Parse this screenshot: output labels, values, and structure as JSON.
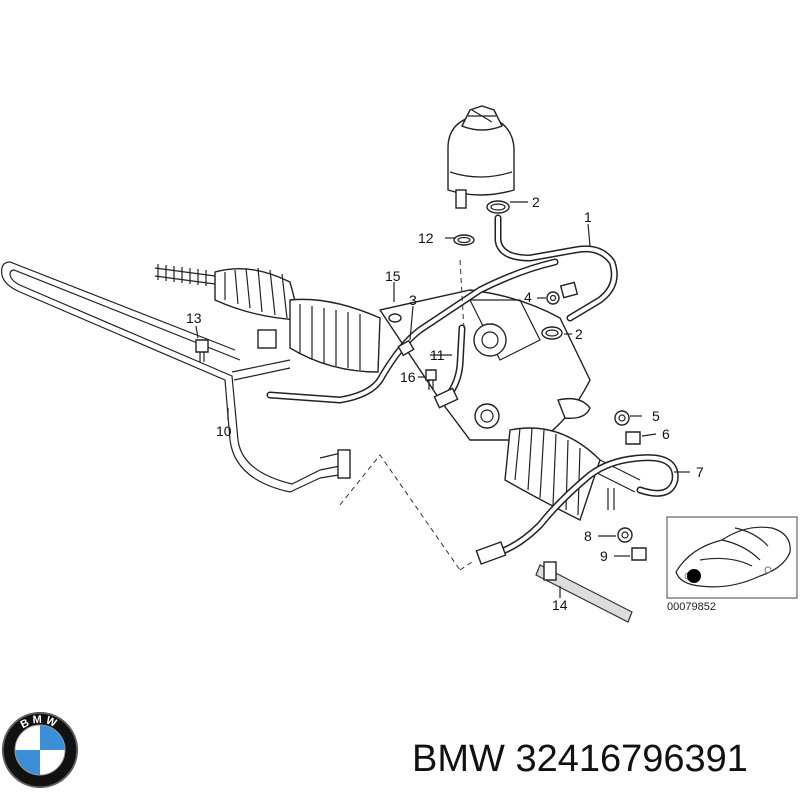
{
  "callouts": [
    {
      "id": "c1",
      "text": "1"
    },
    {
      "id": "c2a",
      "text": "2"
    },
    {
      "id": "c2b",
      "text": "2"
    },
    {
      "id": "c3",
      "text": "3"
    },
    {
      "id": "c4",
      "text": "4"
    },
    {
      "id": "c5",
      "text": "5"
    },
    {
      "id": "c6",
      "text": "6"
    },
    {
      "id": "c7",
      "text": "7"
    },
    {
      "id": "c8",
      "text": "8"
    },
    {
      "id": "c9",
      "text": "9"
    },
    {
      "id": "c10",
      "text": "10"
    },
    {
      "id": "c11",
      "text": "11"
    },
    {
      "id": "c12",
      "text": "12"
    },
    {
      "id": "c13",
      "text": "13"
    },
    {
      "id": "c14",
      "text": "14"
    },
    {
      "id": "c15",
      "text": "15"
    },
    {
      "id": "c16",
      "text": "16"
    }
  ],
  "diagram_ref": "00079852",
  "brand": {
    "name": "BMW",
    "part_number": "32416796391",
    "logo_letters": "BMW",
    "colors": {
      "blue": "#3b8fd6",
      "black": "#111111",
      "white": "#ffffff"
    }
  }
}
